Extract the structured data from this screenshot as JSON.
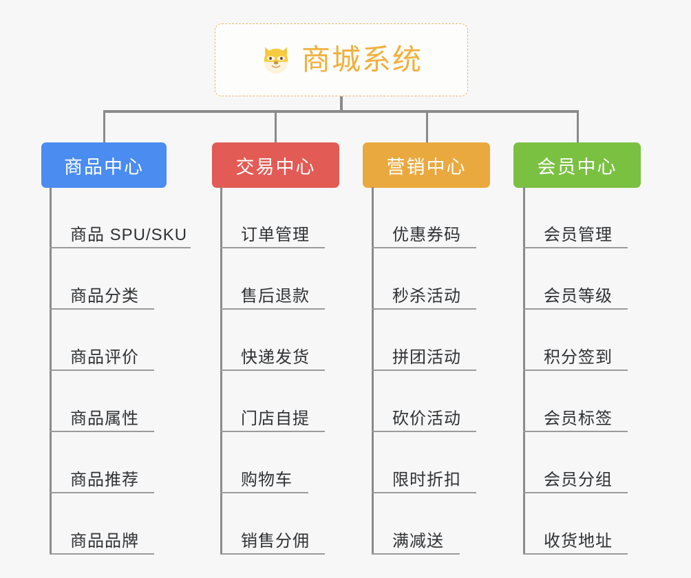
{
  "page": {
    "background_color": "#f7f7f7",
    "connector_color": "#8a8a8a"
  },
  "root": {
    "title": "商城系统",
    "icon": "dog-face-icon",
    "text_color": "#f0b03c",
    "border_color": "#e8b964",
    "background_color": "#fdfdfc"
  },
  "columns": [
    {
      "title": "商品中心",
      "color": "#4a8cf0",
      "items": [
        "商品 SPU/SKU",
        "商品分类",
        "商品评价",
        "商品属性",
        "商品推荐",
        "商品品牌"
      ]
    },
    {
      "title": "交易中心",
      "color": "#e25b55",
      "items": [
        "订单管理",
        "售后退款",
        "快递发货",
        "门店自提",
        "购物车",
        "销售分佣"
      ]
    },
    {
      "title": "营销中心",
      "color": "#eaa93e",
      "items": [
        "优惠券码",
        "秒杀活动",
        "拼团活动",
        "砍价活动",
        "限时折扣",
        "满减送"
      ]
    },
    {
      "title": "会员中心",
      "color": "#7ac142",
      "items": [
        "会员管理",
        "会员等级",
        "积分签到",
        "会员标签",
        "会员分组",
        "收货地址"
      ]
    }
  ]
}
